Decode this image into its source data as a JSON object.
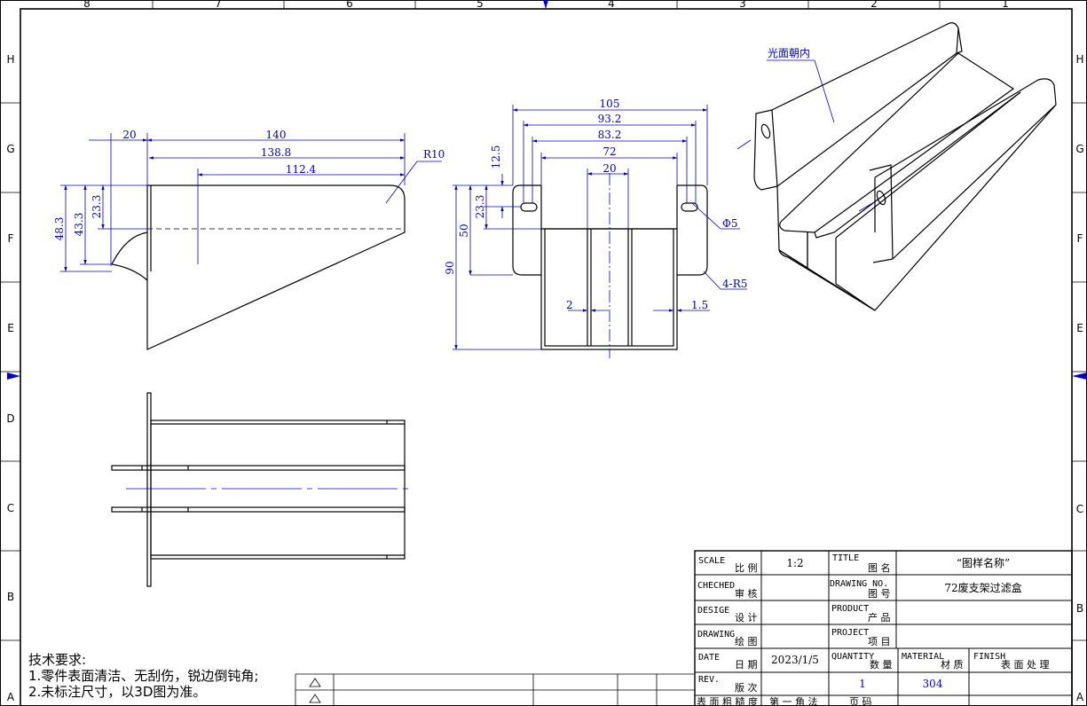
{
  "zones": {
    "top": [
      "8",
      "7",
      "6",
      "5",
      "4",
      "3",
      "2",
      "1"
    ],
    "left": [
      "H",
      "G",
      "F",
      "E",
      "D",
      "C",
      "B",
      "A"
    ],
    "right": [
      "H",
      "G",
      "F",
      "E",
      "D",
      "C",
      "B",
      "A"
    ]
  },
  "front_view": {
    "dims": [
      "20",
      "140",
      "138.8",
      "112.4",
      "R10",
      "48.3",
      "43.3",
      "23.3"
    ]
  },
  "side_view": {
    "dims": [
      "105",
      "93.2",
      "83.2",
      "72",
      "20",
      "12.5",
      "23.3",
      "50",
      "90",
      "Φ5",
      "4-R5",
      "2",
      "1.5"
    ]
  },
  "iso_view": {
    "note": "光面朝内"
  },
  "tech_requirements": {
    "title": "技术要求:",
    "items": [
      "1.零件表面清洁、无刮伤，锐边倒钝角;",
      "2.未标注尺寸，以3D图为准。"
    ]
  },
  "title_block": {
    "scale_en": "SCALE",
    "scale_cn": "比 例",
    "scale_val": "1:2",
    "title_en": "TITLE",
    "title_cn": "图 名",
    "title_val": "“图样名称”",
    "checked_en": "CHECHED",
    "checked_cn": "审 核",
    "drawing_no_en": "DRAWING NO.",
    "drawing_no_cn": "图 号",
    "drawing_no_val": "72废支架过滤盒",
    "design_en": "DESIGE",
    "design_cn": "设 计",
    "product_en": "PRODUCT",
    "product_cn": "产 品",
    "drawing_en": "DRAWING",
    "drawing_cn": "绘 图",
    "project_en": "PROJECT",
    "project_cn": "项 目",
    "date_en": "DATE",
    "date_cn": "日 期",
    "date_val": "2023/1/5",
    "quantity_en": "QUANTITY",
    "quantity_cn": "数 量",
    "material_en": "MATERIAL",
    "material_cn": "材 质",
    "finish_en": "FINISH",
    "finish_cn": "表 面 处 理",
    "rev_en": "REV.",
    "rev_cn": "版 次",
    "quantity_val": "1",
    "material_val": "304",
    "roughness_cn": "表 面 粗 糙 度",
    "projection_cn": "第 一 角 法",
    "page_cn": "页 码"
  },
  "colors": {
    "dimension": "#0000cc",
    "geometry": "#000000",
    "frame": "#000000"
  }
}
